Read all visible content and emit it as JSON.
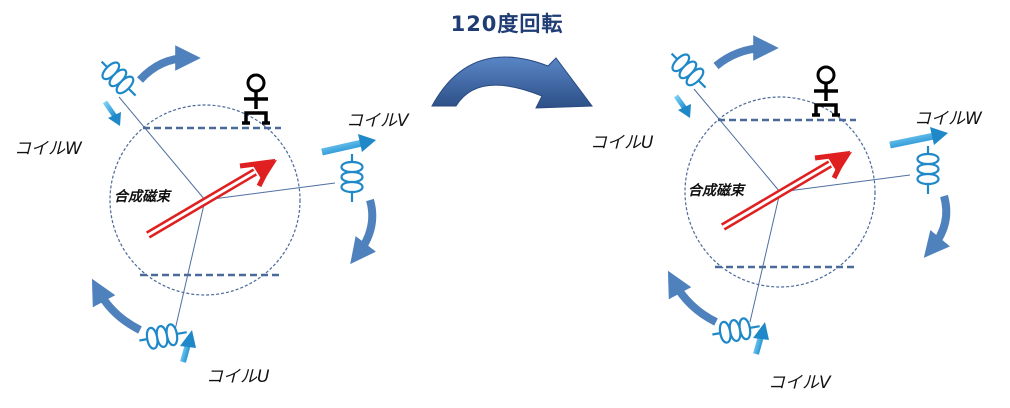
{
  "title": "120度回転",
  "left_panel": {
    "flux_label": "合成磁束",
    "coil_top": "コイルW",
    "coil_right": "コイルV",
    "coil_bottom": "コイルU"
  },
  "right_panel": {
    "flux_label": "合成磁束",
    "coil_top": "コイルU",
    "coil_right": "コイルW",
    "coil_bottom": "コイルV"
  },
  "colors": {
    "rotation_arrow": "#4f81bd",
    "coil": "#1e88c8",
    "current_arrow": "#2aa8e0",
    "flux_arrow": "#e02020",
    "circle_outline": "#4a6a9a"
  },
  "icons": [
    "stick-figure-icon",
    "coil-icon",
    "rotation-arrow-icon"
  ]
}
